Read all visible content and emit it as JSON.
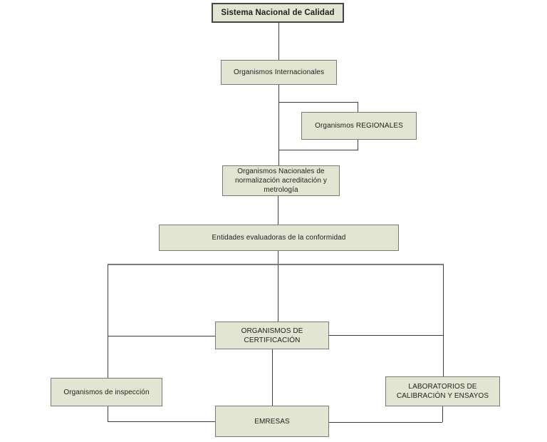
{
  "diagram": {
    "nodes": {
      "root": {
        "label": "Sistema Nacional de Calidad"
      },
      "internacionales": {
        "label": "Organismos Internacionales"
      },
      "regionales": {
        "label": "Organismos REGIONALES"
      },
      "nacionales": {
        "label": "Organismos Nacionales de normalización acreditación y metrología"
      },
      "entidades": {
        "label": "Entidades evaluadoras de la conformidad"
      },
      "certificacion": {
        "label": "ORGANISMOS DE CERTIFICACIÓN"
      },
      "inspeccion": {
        "label": "Organismos de inspección"
      },
      "laboratorios": {
        "label": "LABORATORIOS DE CALIBRACIÓN Y ENSAYOS"
      },
      "empresas": {
        "label": "EMRESAS"
      }
    },
    "colors": {
      "node_fill": "#e2e5d2",
      "node_border": "#7a7a74",
      "root_border": "#454545",
      "connector": "#3f3f3f",
      "text": "#1f1f1f",
      "background": "#ffffff"
    }
  }
}
